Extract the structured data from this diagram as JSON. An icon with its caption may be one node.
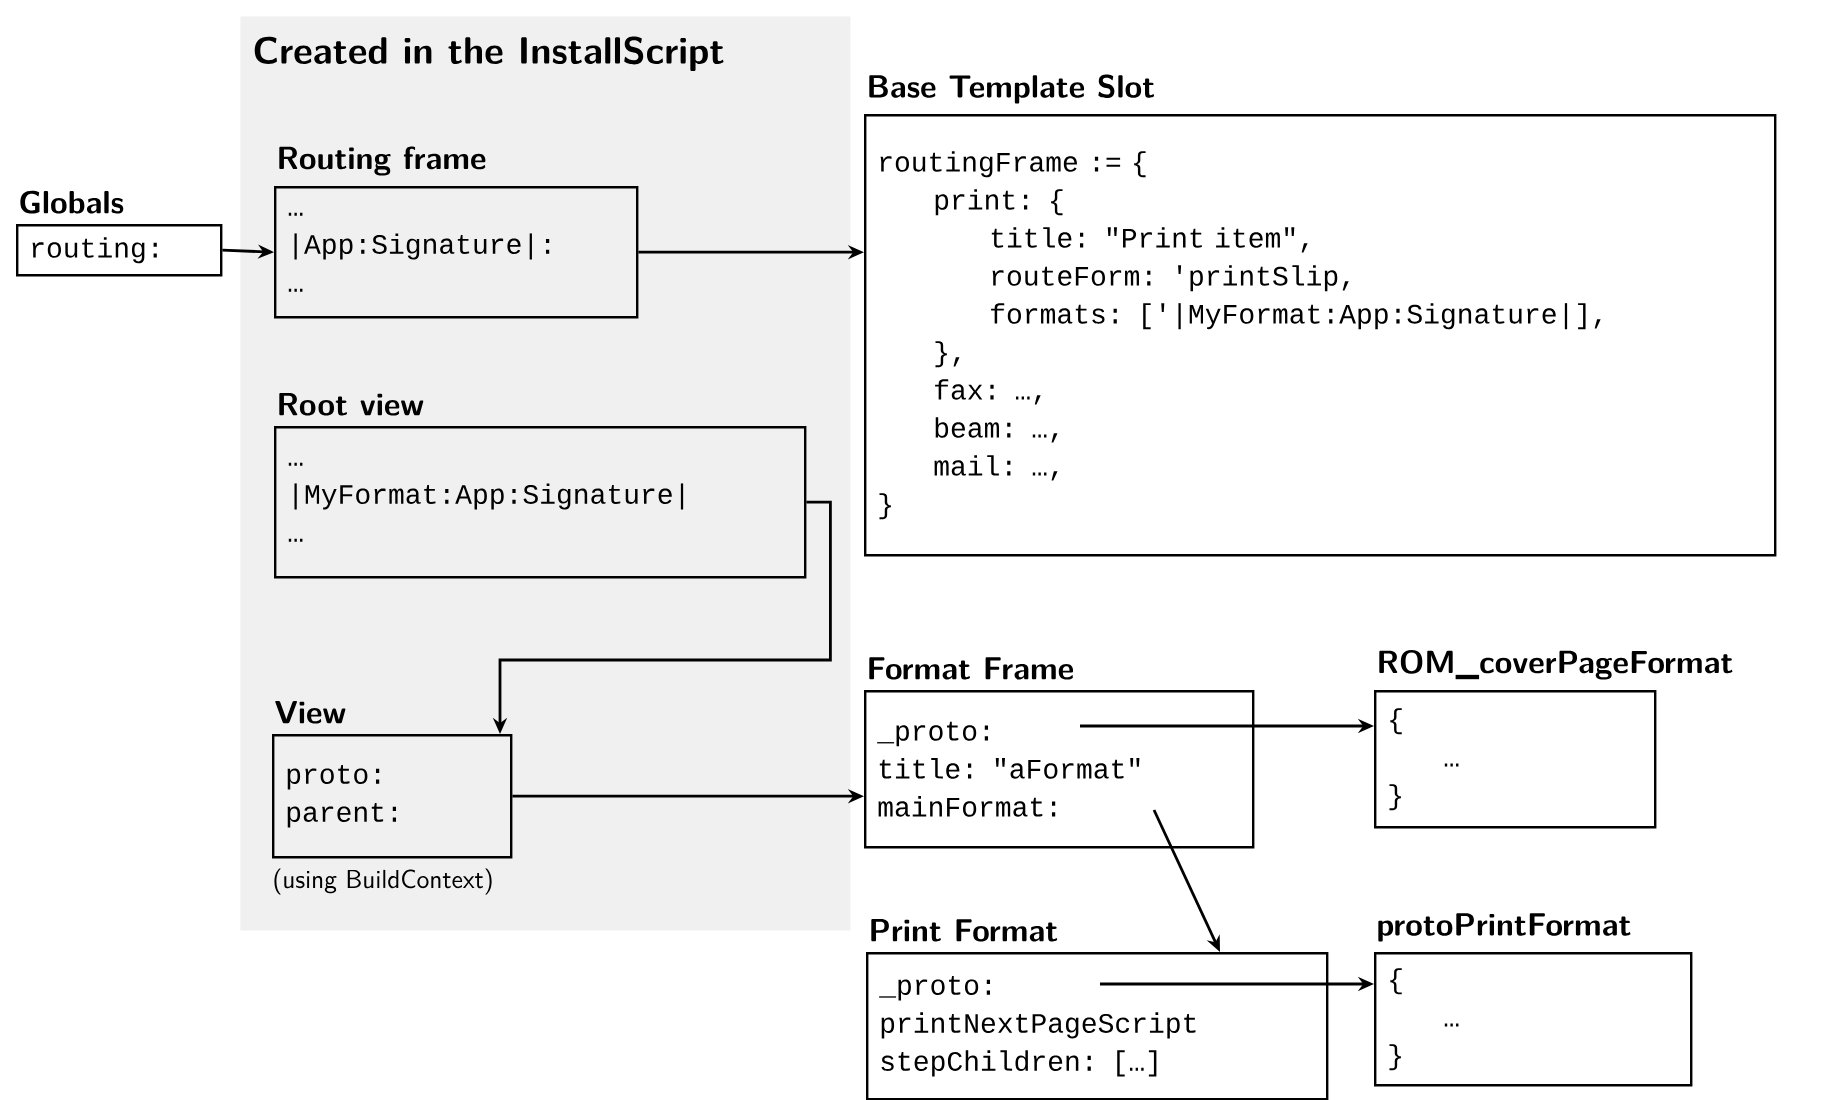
{
  "diagram": {
    "nodes": [
      {
        "text": [
          "Created in the InstallScript"
        ]
      },
      {
        "text": [
          "Globals",
          "routing:"
        ]
      },
      {
        "text": [
          "Routing frame",
          "…",
          "|App:Signature|:",
          "…"
        ],
        "in": 0
      },
      {
        "text": [
          "Root view",
          "…",
          "|MyFormat:App:Signature|",
          "…"
        ],
        "in": 0
      },
      {
        "text": [
          "Base Template Slot",
          "routingFrame := {",
          "print: {",
          "title: \"Print item\",",
          "routeForm: 'printSlip,",
          "formats: ['|MyFormat:App:Signature|],",
          "},",
          "fax: …,",
          "beam: …,",
          "mail: …,",
          "}"
        ]
      },
      {
        "text": [
          "View",
          "proto:",
          "parent:"
        ],
        "beside": [
          "(using BuildContext)"
        ],
        "in": 0
      },
      {
        "text": [
          "Format Frame",
          "_proto:",
          "title: \"aFormat\"",
          "mainFormat:"
        ]
      },
      {
        "text": [
          "ROM_coverPageFormat",
          "{",
          "…",
          "}"
        ]
      },
      {
        "text": [
          "Print Format",
          "_proto:",
          "printNextPageScript",
          "stepChildren: […]"
        ]
      },
      {
        "text": [
          "protoPrintFormat",
          "{",
          "…",
          "}"
        ]
      }
    ],
    "edges": [
      {
        "from": 1,
        "to": 2,
        "arrow": "to"
      },
      {
        "from": 2,
        "to": 4,
        "arrow": "to"
      },
      {
        "from": 3,
        "to": 5,
        "arrow": "to"
      },
      {
        "from": 5,
        "to": 6,
        "arrow": "to"
      },
      {
        "from": 6,
        "to": 7,
        "arrow": "to"
      },
      {
        "from": 6,
        "to": 8,
        "arrow": "to"
      },
      {
        "from": 8,
        "to": 9,
        "arrow": "to"
      }
    ]
  }
}
